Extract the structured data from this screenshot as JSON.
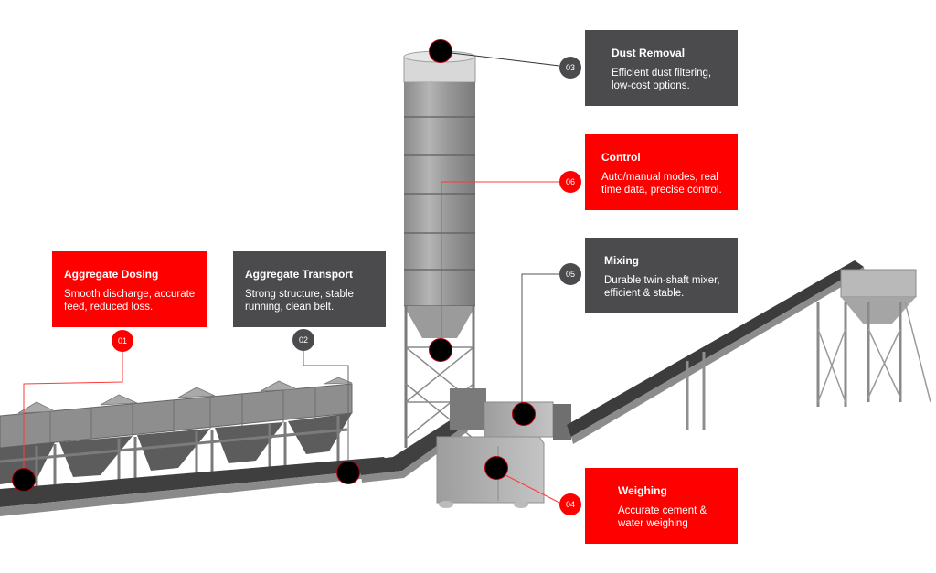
{
  "features": [
    {
      "id": "01",
      "title": "Aggregate Dosing",
      "description": "Smooth discharge, accurate feed, reduced loss.",
      "style": "red"
    },
    {
      "id": "02",
      "title": "Aggregate Transport",
      "description": "Strong structure, stable running, clean belt.",
      "style": "dark"
    },
    {
      "id": "03",
      "title": "Dust Removal",
      "description": "Efficient dust filtering, low-cost options.",
      "style": "dark"
    },
    {
      "id": "04",
      "title": "Weighing",
      "description": "Accurate cement & water weighing",
      "style": "red"
    },
    {
      "id": "05",
      "title": "Mixing",
      "description": "Durable twin-shaft mixer, efficient & stable.",
      "style": "dark"
    },
    {
      "id": "06",
      "title": "Control",
      "description": "Auto/manual modes, real time data, precise control.",
      "style": "red"
    }
  ],
  "colors": {
    "accent": "#ff0000",
    "dark": "#4b4b4d",
    "hotspot": "#000000"
  }
}
